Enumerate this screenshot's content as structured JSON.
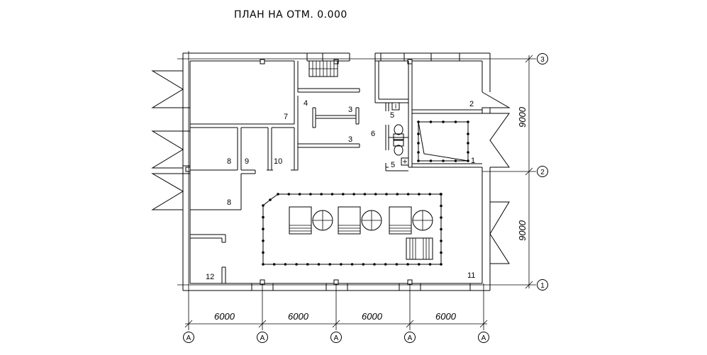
{
  "title": "ПЛАН НА ОТМ. 0.000",
  "rooms": {
    "r1": "1",
    "r2": "2",
    "r3a": "3",
    "r3b": "3",
    "r4": "4",
    "r5a": "5",
    "r5b": "5",
    "r6": "6",
    "r7": "7",
    "r8a": "8",
    "r8b": "8",
    "r9": "9",
    "r10": "10",
    "r11": "11",
    "r12": "12"
  },
  "dimensions": {
    "horizontal": [
      "6000",
      "6000",
      "6000",
      "6000"
    ],
    "vertical": [
      "9000",
      "9000"
    ]
  },
  "axes": {
    "letters": [
      "А",
      "А",
      "А",
      "А",
      "А"
    ],
    "numbers": [
      "3",
      "2",
      "1"
    ]
  }
}
